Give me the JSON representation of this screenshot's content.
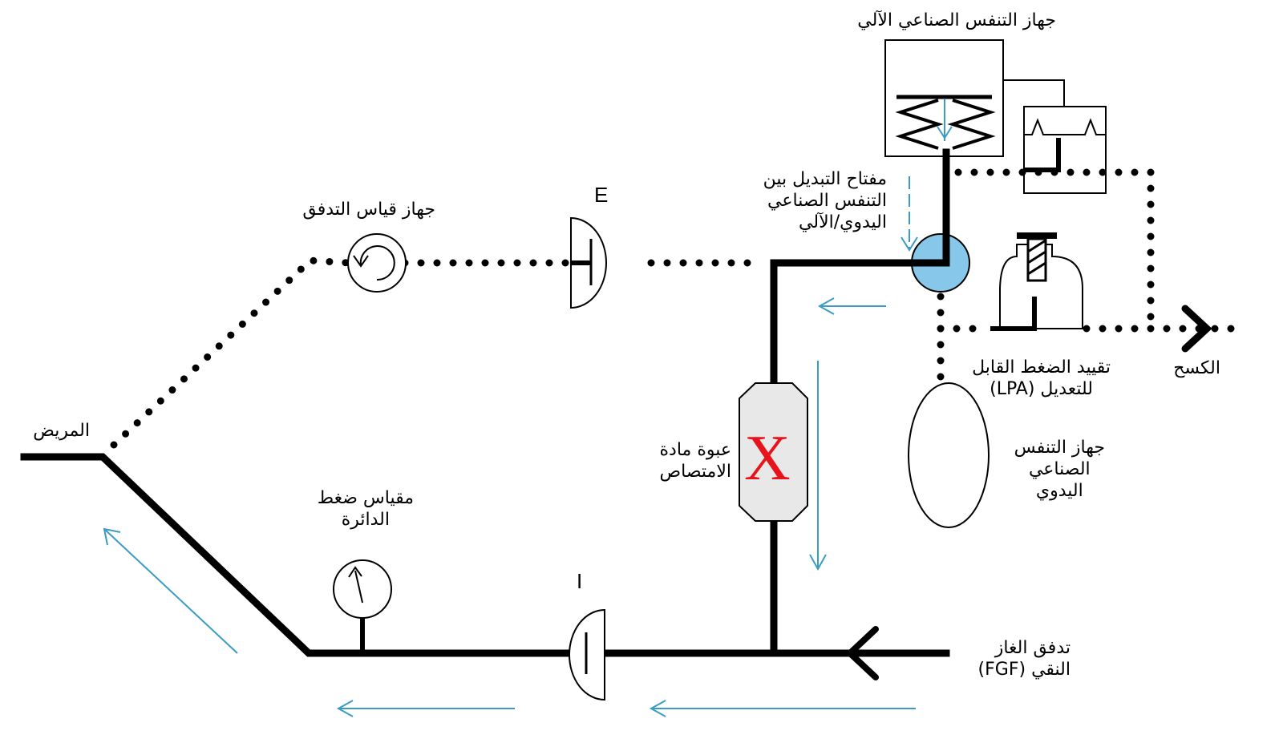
{
  "labels": {
    "ventilator": "جهاز التنفس الصناعي الآلي",
    "switch_lines": [
      "مفتاح التبديل بين",
      "التنفس الصناعي",
      "اليدوي/الآلي"
    ],
    "flowmeter": "جهاز قياس التدفق",
    "expiratory_valve": "E",
    "inspiratory_valve": "I",
    "patient": "المريض",
    "absorber_lines": [
      "عبوة مادة",
      "الامتصاص"
    ],
    "absorber_mark": "X",
    "pressure_gauge_lines": [
      "مقياس ضغط",
      "الدائرة"
    ],
    "apl_lines": [
      "تقييد الضغط القابل",
      "للتعديل (LPA)"
    ],
    "scavenging": "الكسح",
    "manual_bag_lines": [
      "جهاز التنفس",
      "الصناعي",
      "اليدوي"
    ],
    "fgf_lines": [
      "تدفق الغاز",
      "النقي (FGF)"
    ]
  },
  "colors": {
    "line": "#000000",
    "flow_arrow": "#3a9cc4",
    "switch_fill": "#87c8ea",
    "absorber_fill": "#e8e8e8",
    "absorber_mark": "#e8141c"
  }
}
